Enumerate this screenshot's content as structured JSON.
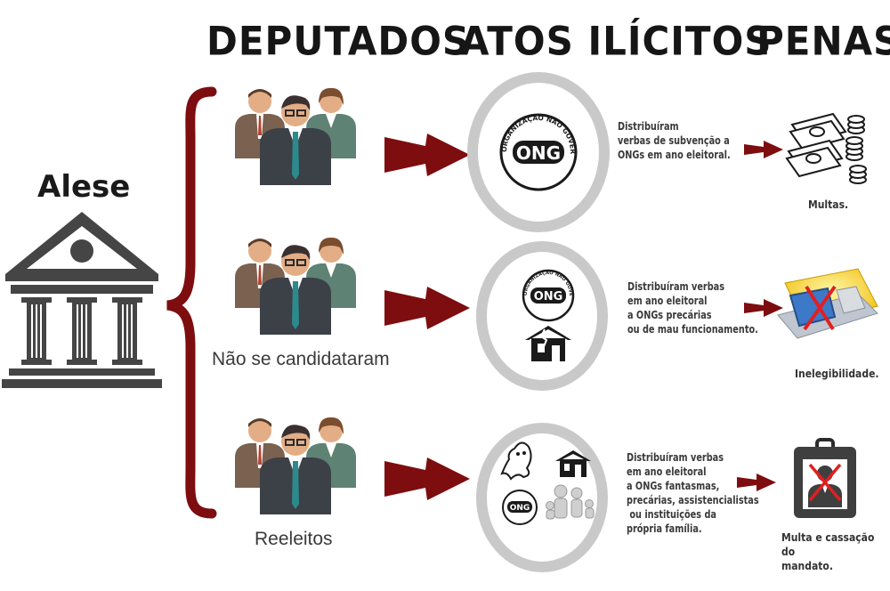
{
  "headers": {
    "deputados": "DEPUTADOS",
    "atos": "ATOS ILÍCITOS",
    "penas": "PENAS"
  },
  "alese": "Alese",
  "rows": [
    {
      "caption": "",
      "description": [
        "Distribuíram",
        "verbas de subvenção a",
        "ONGs em ano eleitoral."
      ],
      "pena": [
        "Multas."
      ]
    },
    {
      "caption": "Não se candidataram",
      "description": [
        "Distribuíram verbas",
        "em ano eleitoral",
        "a ONGs precárias",
        "ou de mau funcionamento."
      ],
      "pena": [
        "Inelegibilidade."
      ]
    },
    {
      "caption": "Reeleitos",
      "description": [
        "Distribuíram verbas",
        "em ano eleitoral",
        "a ONGs fantasmas,",
        "precárias, assistencialistas",
        " ou instituições da",
        "própria família."
      ],
      "pena": [
        "Multa e cassação do",
        "mandato."
      ]
    }
  ],
  "ong": {
    "label": "ONG",
    "seal_text": "ORGANIZAÇÃO NÃO GOVERNAMENTAL"
  },
  "colors": {
    "brace": "#7d0d0f",
    "arrow": "#7d0d0f",
    "ring": "#c9c9c9",
    "building": "#454545",
    "suit_dark": "#3c4047",
    "suit_brown": "#7a6150",
    "suit_green": "#5e8274",
    "tie": "#2d8a8c",
    "skin": "#e3ad86"
  }
}
